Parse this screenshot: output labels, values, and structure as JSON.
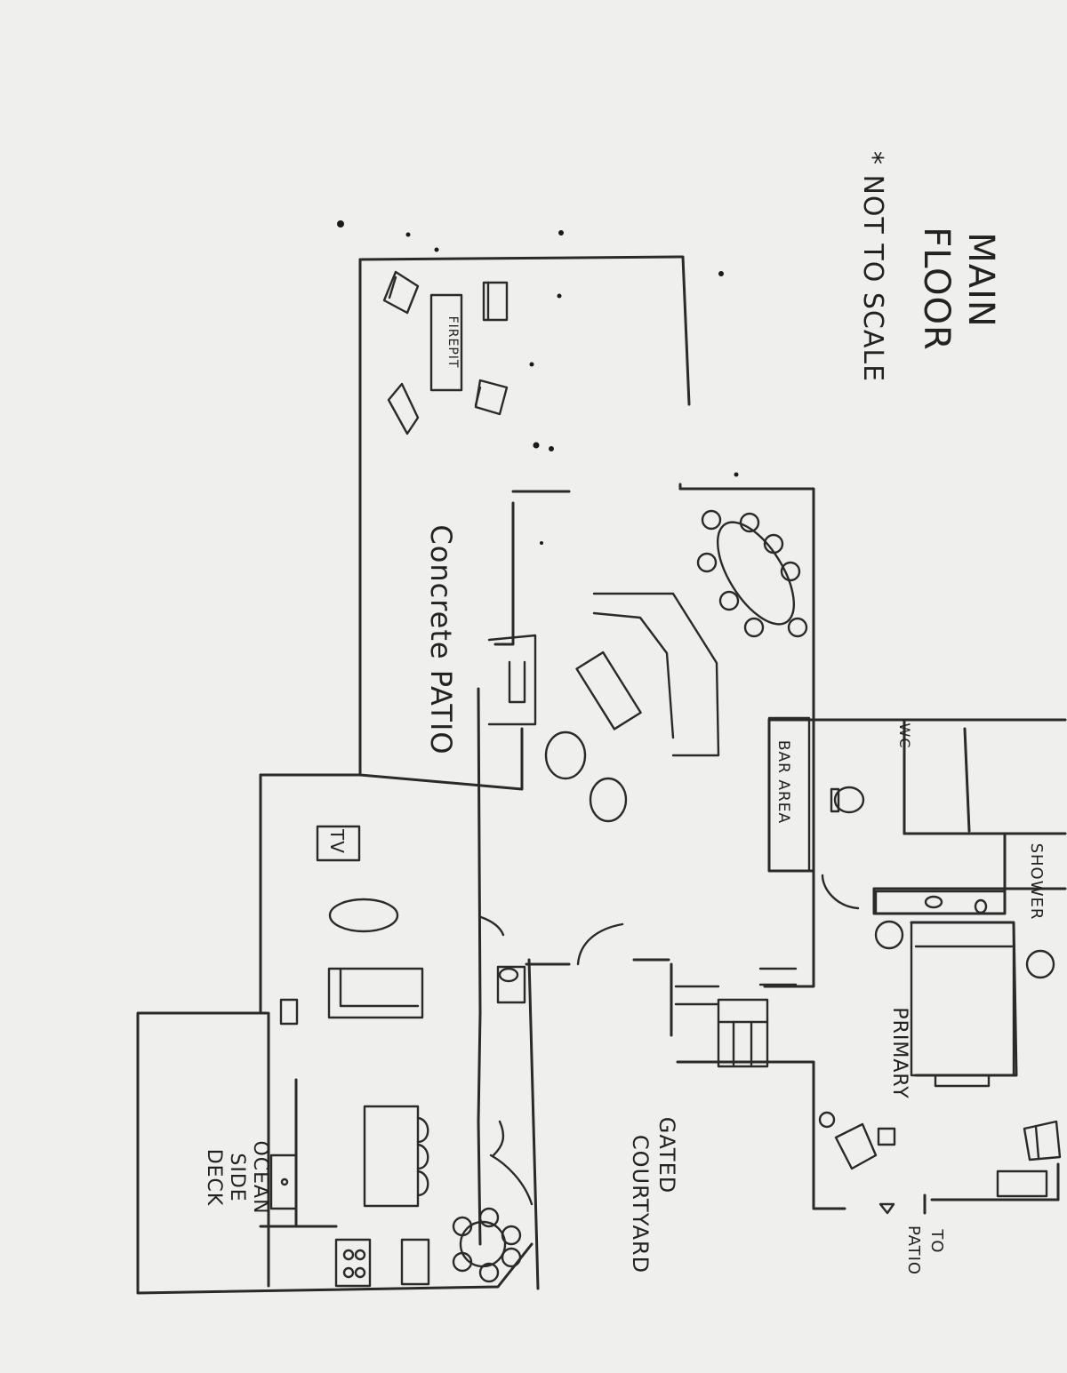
{
  "title": {
    "line1": "MAIN",
    "line2": "FLOOR",
    "note": "* NOT TO SCALE"
  },
  "areas": {
    "firepit": "FIREPIT",
    "concrete_patio": "Concrete PATIO",
    "bar_area": "BAR AREA",
    "tv": "TV",
    "ocean_deck_line1": "OCEAN",
    "ocean_deck_line2": "SIDE",
    "ocean_deck_line3": "DECK",
    "gated_line1": "GATED",
    "gated_line2": "COURTYARD",
    "primary": "PRIMARY",
    "shower": "SHOWER",
    "wc": "WC",
    "to_patio_line1": "TO",
    "to_patio_line2": "PATIO"
  },
  "colors": {
    "paper": "#efefed",
    "ink": "#2a2a2a"
  }
}
